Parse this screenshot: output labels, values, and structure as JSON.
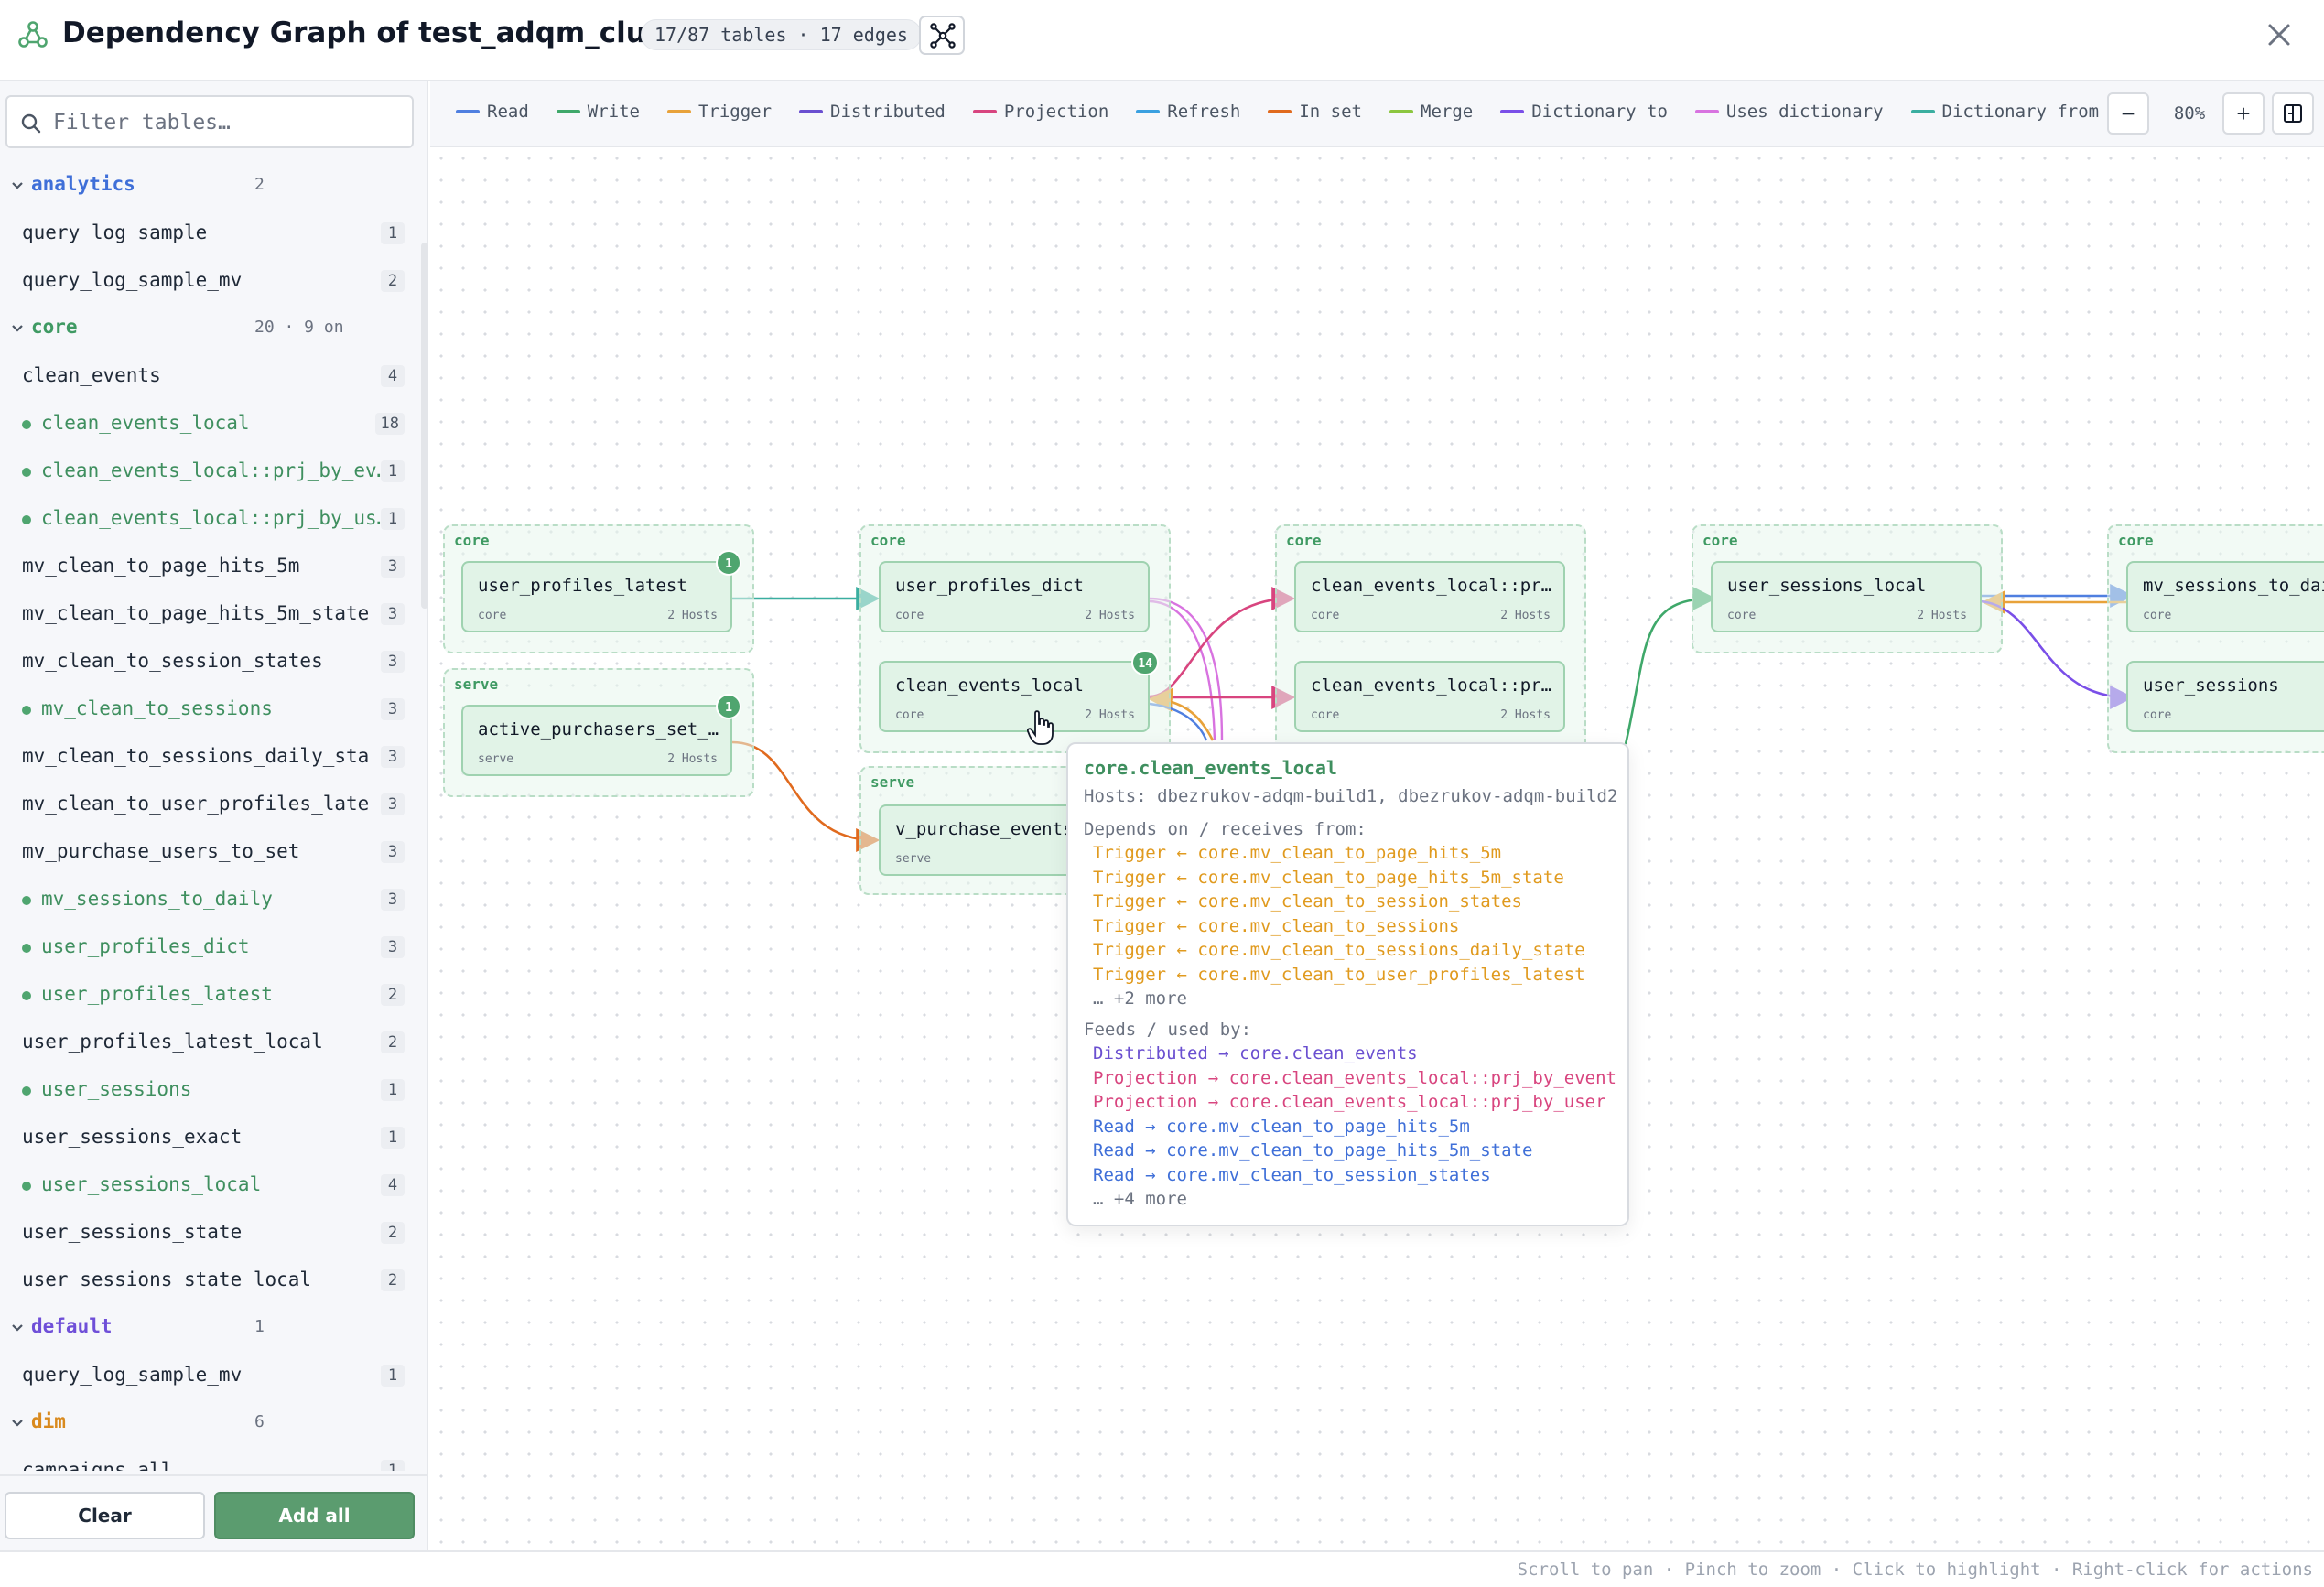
{
  "header": {
    "title": "Dependency Graph of test_adqm_cluster",
    "stats": "17/87 tables · 17 edges"
  },
  "sidebar": {
    "filter_placeholder": "Filter tables…",
    "groups": [
      {
        "name": "analytics",
        "count": "2",
        "color": "#3f6fd8",
        "items": [
          {
            "name": "query_log_sample",
            "count": "1",
            "active": false
          },
          {
            "name": "query_log_sample_mv",
            "count": "2",
            "active": false
          }
        ]
      },
      {
        "name": "core",
        "count": "20 · 9 on",
        "color": "#3f9a63",
        "items": [
          {
            "name": "clean_events",
            "count": "4",
            "active": false
          },
          {
            "name": "clean_events_local",
            "count": "18",
            "active": true
          },
          {
            "name": "clean_events_local::prj_by_ev…",
            "count": "1",
            "active": true
          },
          {
            "name": "clean_events_local::prj_by_us…",
            "count": "1",
            "active": true
          },
          {
            "name": "mv_clean_to_page_hits_5m",
            "count": "3",
            "active": false
          },
          {
            "name": "mv_clean_to_page_hits_5m_state",
            "count": "3",
            "active": false
          },
          {
            "name": "mv_clean_to_session_states",
            "count": "3",
            "active": false
          },
          {
            "name": "mv_clean_to_sessions",
            "count": "3",
            "active": true
          },
          {
            "name": "mv_clean_to_sessions_daily_state",
            "count": "3",
            "active": false
          },
          {
            "name": "mv_clean_to_user_profiles_latest",
            "count": "3",
            "active": false
          },
          {
            "name": "mv_purchase_users_to_set",
            "count": "3",
            "active": false
          },
          {
            "name": "mv_sessions_to_daily",
            "count": "3",
            "active": true
          },
          {
            "name": "user_profiles_dict",
            "count": "3",
            "active": true
          },
          {
            "name": "user_profiles_latest",
            "count": "2",
            "active": true
          },
          {
            "name": "user_profiles_latest_local",
            "count": "2",
            "active": false
          },
          {
            "name": "user_sessions",
            "count": "1",
            "active": true
          },
          {
            "name": "user_sessions_exact",
            "count": "1",
            "active": false
          },
          {
            "name": "user_sessions_local",
            "count": "4",
            "active": true
          },
          {
            "name": "user_sessions_state",
            "count": "2",
            "active": false
          },
          {
            "name": "user_sessions_state_local",
            "count": "2",
            "active": false
          }
        ]
      },
      {
        "name": "default",
        "count": "1",
        "color": "#6f4fd8",
        "items": [
          {
            "name": "query_log_sample_mv",
            "count": "1",
            "active": false
          }
        ]
      },
      {
        "name": "dim",
        "count": "6",
        "color": "#d98a1e",
        "items": [
          {
            "name": "campaigns_all",
            "count": "1",
            "active": false
          }
        ]
      }
    ],
    "clear_label": "Clear",
    "add_all_label": "Add all"
  },
  "legend": [
    {
      "label": "Read",
      "color": "#4f7fe0"
    },
    {
      "label": "Write",
      "color": "#3fa86a"
    },
    {
      "label": "Trigger",
      "color": "#e8a23a"
    },
    {
      "label": "Distributed",
      "color": "#6a4fd0"
    },
    {
      "label": "Projection",
      "color": "#d8457f"
    },
    {
      "label": "Refresh",
      "color": "#3aa0e0"
    },
    {
      "label": "In set",
      "color": "#e06a1e"
    },
    {
      "label": "Merge",
      "color": "#8cc63f"
    },
    {
      "label": "Dictionary to",
      "color": "#7a4fe8"
    },
    {
      "label": "Uses dictionary",
      "color": "#d873e0"
    },
    {
      "label": "Dictionary from",
      "color": "#3aaea0"
    }
  ],
  "zoom": {
    "level": "80%",
    "out_label": "−",
    "in_label": "+"
  },
  "graph": {
    "groups": [
      {
        "id": "g1",
        "title": "core"
      },
      {
        "id": "g2",
        "title": "serve"
      },
      {
        "id": "g3",
        "title": "core"
      },
      {
        "id": "g4",
        "title": "serve"
      },
      {
        "id": "g5",
        "title": "core"
      },
      {
        "id": "g6",
        "title": "core"
      },
      {
        "id": "g7",
        "title": "core"
      }
    ],
    "nodes": [
      {
        "id": "n1",
        "name": "user_profiles_latest",
        "schema": "core",
        "hosts": "2 Hosts",
        "badge": "1"
      },
      {
        "id": "n2",
        "name": "active_purchasers_set_…",
        "schema": "serve",
        "hosts": "2 Hosts",
        "badge": "1"
      },
      {
        "id": "n3",
        "name": "user_profiles_dict",
        "schema": "core",
        "hosts": "2 Hosts",
        "badge": ""
      },
      {
        "id": "n4",
        "name": "clean_events_local",
        "schema": "core",
        "hosts": "2 Hosts",
        "badge": "14"
      },
      {
        "id": "n5",
        "name": "v_purchase_events_",
        "schema": "serve",
        "hosts": "",
        "badge": ""
      },
      {
        "id": "n6",
        "name": "clean_events_local::pr…",
        "schema": "core",
        "hosts": "2 Hosts",
        "badge": ""
      },
      {
        "id": "n7",
        "name": "clean_events_local::pr…",
        "schema": "core",
        "hosts": "2 Hosts",
        "badge": ""
      },
      {
        "id": "n8",
        "name": "user_sessions_local",
        "schema": "core",
        "hosts": "2 Hosts",
        "badge": ""
      },
      {
        "id": "n9",
        "name": "mv_sessions_to_daily",
        "schema": "core",
        "hosts": "",
        "badge": ""
      },
      {
        "id": "n10",
        "name": "user_sessions",
        "schema": "core",
        "hosts": "",
        "badge": ""
      }
    ]
  },
  "tooltip": {
    "title": "core.clean_events_local",
    "hosts": "Hosts: dbezrukov-adqm-build1, dbezrukov-adqm-build2",
    "depends_header": "Depends on / receives from:",
    "depends": [
      {
        "text": "Trigger ← core.mv_clean_to_page_hits_5m",
        "color": "#e09a1e"
      },
      {
        "text": "Trigger ← core.mv_clean_to_page_hits_5m_state",
        "color": "#e09a1e"
      },
      {
        "text": "Trigger ← core.mv_clean_to_session_states",
        "color": "#e09a1e"
      },
      {
        "text": "Trigger ← core.mv_clean_to_sessions",
        "color": "#e09a1e"
      },
      {
        "text": "Trigger ← core.mv_clean_to_sessions_daily_state",
        "color": "#e09a1e"
      },
      {
        "text": "Trigger ← core.mv_clean_to_user_profiles_latest",
        "color": "#e09a1e"
      }
    ],
    "depends_more": "… +2 more",
    "feeds_header": "Feeds / used by:",
    "feeds": [
      {
        "text": "Distributed → core.clean_events",
        "color": "#6a4fd0"
      },
      {
        "text": "Projection → core.clean_events_local::prj_by_event",
        "color": "#d8457f"
      },
      {
        "text": "Projection → core.clean_events_local::prj_by_user",
        "color": "#d8457f"
      },
      {
        "text": "Read → core.mv_clean_to_page_hits_5m",
        "color": "#3f6fd8"
      },
      {
        "text": "Read → core.mv_clean_to_page_hits_5m_state",
        "color": "#3f6fd8"
      },
      {
        "text": "Read → core.mv_clean_to_session_states",
        "color": "#3f6fd8"
      }
    ],
    "feeds_more": "… +4 more"
  },
  "status": {
    "hints": "Scroll to pan · Pinch to zoom · Click to highlight · Right-click for actions"
  }
}
